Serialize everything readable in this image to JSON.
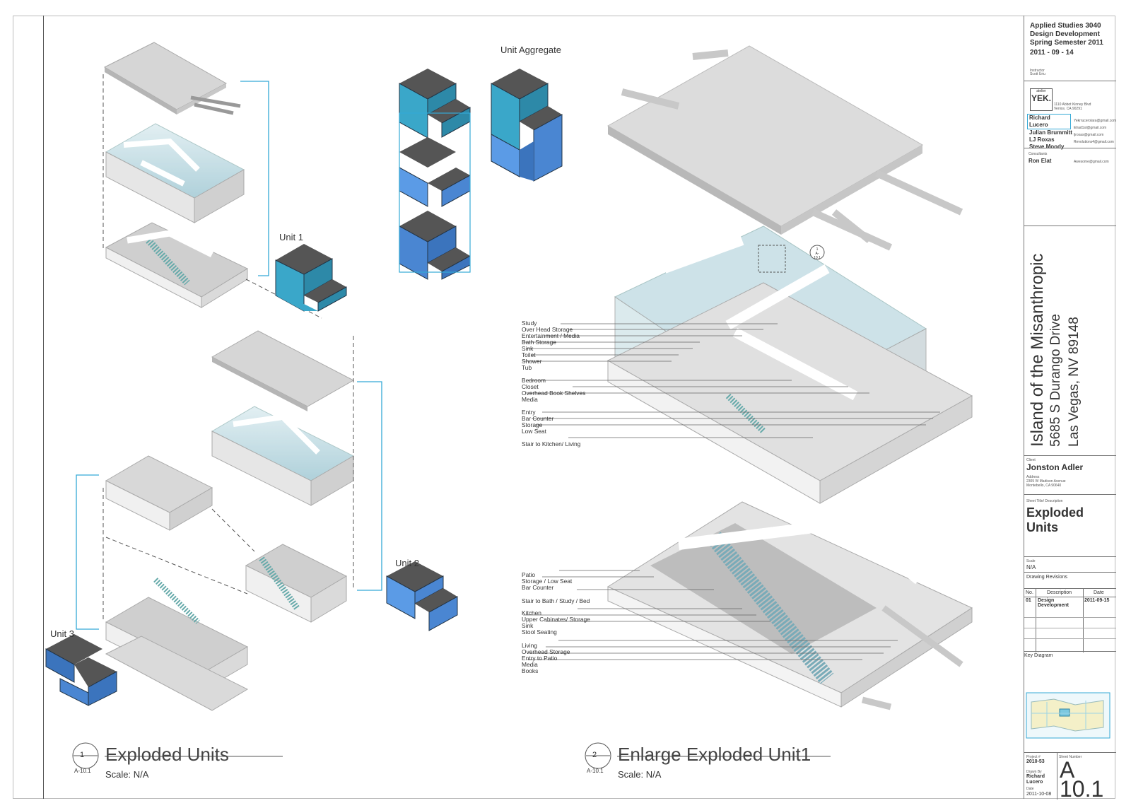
{
  "header": {
    "course": "Applied Studies 3040",
    "phase": "Design Development",
    "semester": "Spring Semester 2011",
    "date": "2011 - 09 - 14",
    "instructor_label": "Instructor",
    "instructor": "Scott Uriu"
  },
  "firm": {
    "logo_small": "atelier",
    "logo_big": "YEK.",
    "address1": "1110 Abbot Kinney Blvd",
    "address2": "Venice, CA 90291"
  },
  "team": [
    {
      "name": "Richard Lucero",
      "email": "Yekrrucerolara@gmail.com"
    },
    {
      "name": "Julian Brummitt",
      "email": "Elrad1st@gmail.com"
    },
    {
      "name": "LJ Roxas",
      "email": "ljroxas@gmail.com"
    },
    {
      "name": "Steve Moody",
      "email": "Revolutions4@gmail.com"
    }
  ],
  "consultants": {
    "label": "Consultants",
    "name": "Ron Elat",
    "email": "Awesome@gmail.com"
  },
  "project": {
    "title": "Island of the Misanthropic",
    "address1": "5685 S Durango Drive",
    "address2": "Las Vegas, NV 89148"
  },
  "client": {
    "label": "Client",
    "name": "Jonston Adler",
    "address_label": "Address",
    "address1": "2305 W Madison Avenue",
    "address2": "Montebello, CA 90640"
  },
  "sheet_title": {
    "label": "Sheet Title/ Description",
    "line1": "Exploded",
    "line2": "Units"
  },
  "scale": {
    "label": "Scale",
    "value": "N/A"
  },
  "revisions": {
    "label": "Drawing Revisions",
    "headers": [
      "No.",
      "Description",
      "Date"
    ],
    "rows": [
      {
        "no": "01",
        "desc": "Design Development",
        "date": "2011-09-15"
      }
    ]
  },
  "key_diagram": {
    "label": "Key Diagram"
  },
  "footer": {
    "project_label": "Project #",
    "project_no": "2010-53",
    "drawn_label": "Drawn By",
    "drawn_by1": "Richard",
    "drawn_by2": "Lucero",
    "date_label": "Date",
    "date": "2011-10-08",
    "sheet_label": "Sheet Number",
    "sheet_letter": "A",
    "sheet_number": "10.1"
  },
  "drawing1": {
    "number": "1",
    "ref": "A-10.1",
    "title": "Exploded Units",
    "scale": "Scale: N/A"
  },
  "drawing2": {
    "number": "2",
    "ref": "A-10.1",
    "title": "Enlarge Exploded Unit1",
    "scale": "Scale: N/A"
  },
  "labels": {
    "unit_aggregate": "Unit Aggregate",
    "unit1": "Unit 1",
    "unit2": "Unit 2",
    "unit3": "Unit 3"
  },
  "callouts_top": [
    "Study",
    "Over Head Storage",
    "Entertainment / Media",
    "Bath Storage",
    "Sink",
    "Toilet",
    "Shower",
    "Tub",
    "Bedroom",
    "Closet",
    "Overhead Book Shelves",
    "Media",
    "Entry",
    "Bar Counter",
    "Storage",
    "Low Seat",
    "Stair to Kitchen/ Living"
  ],
  "callouts_bottom": [
    "Patio",
    "Storage / Low Seat",
    "Bar Counter",
    "Stair to Bath / Study / Bed",
    "Kitchen",
    "Upper Cabinates/ Storage",
    "Sink",
    "Stool Seating",
    "Living",
    "Overhead Storage",
    "Entry to Patio",
    "Media",
    "Books"
  ],
  "detail_ref": {
    "number": "1",
    "ref": "A-10.1"
  },
  "colors": {
    "cyan": "#34a9d6",
    "blue": "#4a8fe0",
    "teal": "#3aa7c9",
    "dark": "#555555"
  }
}
